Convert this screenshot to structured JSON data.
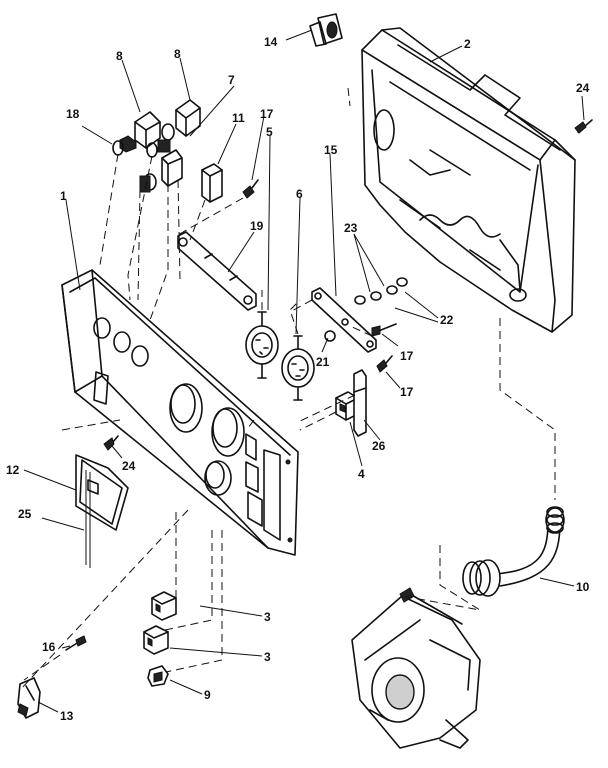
{
  "diagram": {
    "labels": [
      {
        "id": "p1",
        "text": "1"
      },
      {
        "id": "p2",
        "text": "2"
      },
      {
        "id": "p3a",
        "text": "3"
      },
      {
        "id": "p3b",
        "text": "3"
      },
      {
        "id": "p4",
        "text": "4"
      },
      {
        "id": "p5",
        "text": "5"
      },
      {
        "id": "p6",
        "text": "6"
      },
      {
        "id": "p7",
        "text": "7"
      },
      {
        "id": "p8a",
        "text": "8"
      },
      {
        "id": "p8b",
        "text": "8"
      },
      {
        "id": "p9",
        "text": "9"
      },
      {
        "id": "p10",
        "text": "10"
      },
      {
        "id": "p11",
        "text": "11"
      },
      {
        "id": "p12",
        "text": "12"
      },
      {
        "id": "p13",
        "text": "13"
      },
      {
        "id": "p14",
        "text": "14"
      },
      {
        "id": "p15",
        "text": "15"
      },
      {
        "id": "p16",
        "text": "16"
      },
      {
        "id": "p17a",
        "text": "17"
      },
      {
        "id": "p17b",
        "text": "17"
      },
      {
        "id": "p17c",
        "text": "17"
      },
      {
        "id": "p18",
        "text": "18"
      },
      {
        "id": "p19",
        "text": "19"
      },
      {
        "id": "p21",
        "text": "21"
      },
      {
        "id": "p22",
        "text": "22"
      },
      {
        "id": "p23",
        "text": "23"
      },
      {
        "id": "p24a",
        "text": "24"
      },
      {
        "id": "p24b",
        "text": "24"
      },
      {
        "id": "p25",
        "text": "25"
      },
      {
        "id": "p26",
        "text": "26"
      }
    ]
  }
}
